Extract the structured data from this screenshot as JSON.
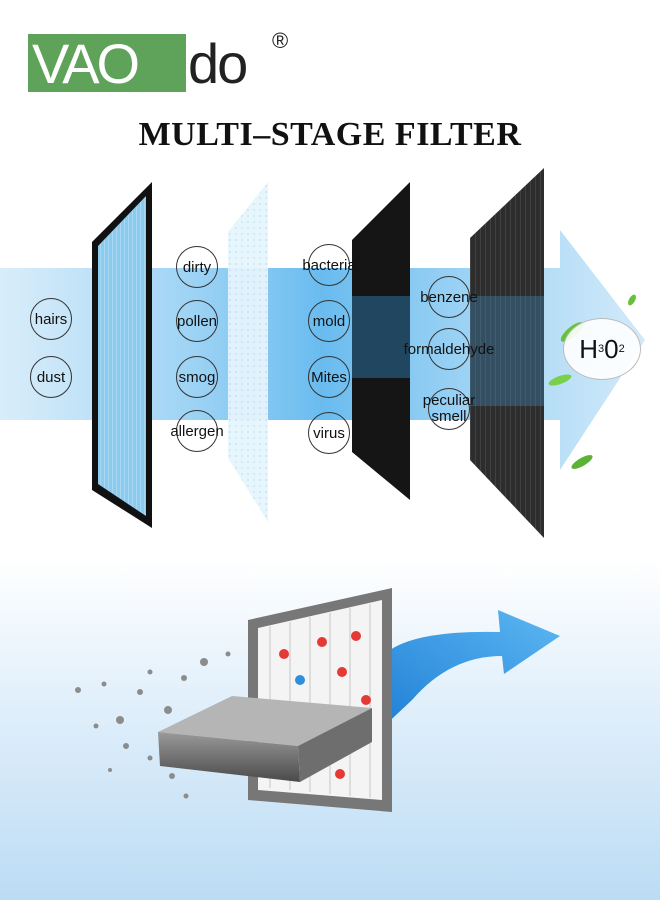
{
  "brand": {
    "logo_box": "VAO",
    "logo_rest": "do",
    "registered": "®"
  },
  "title": "MULTI–STAGE FILTER",
  "stage1": [
    "hairs",
    "dust"
  ],
  "stage2": [
    "dirty",
    "pollen",
    "smog",
    "allergen"
  ],
  "stage3": [
    "bacteria",
    "mold",
    "Mites",
    "virus"
  ],
  "stage4": [
    "benzene",
    "formaldehyde",
    "peculiar smell"
  ],
  "output": {
    "h": "H",
    "sub1": "3",
    "o": "0",
    "sub2": "2"
  },
  "colors": {
    "brand_green": "#5fa35a",
    "airflow_blue": "#3aa7e8",
    "background_bottom": "#bcdcf4"
  }
}
